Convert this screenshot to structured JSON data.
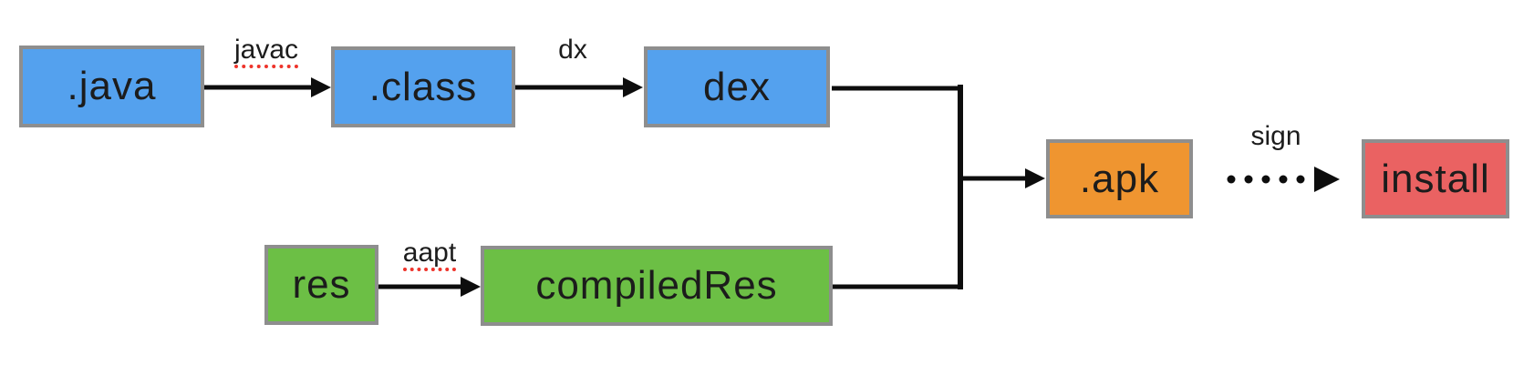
{
  "theme": {
    "blue": "#54a1ee",
    "green": "#6cbf45",
    "orange": "#ef9530",
    "red": "#ea6262",
    "border_gray": "#8e8e8e",
    "line_black": "#0d0d0d",
    "underline_red": "#ee342b",
    "text_dark": "#1c1c1c",
    "background": "#ffffff"
  },
  "diagram": {
    "description": "Android APK build pipeline flowchart",
    "nodes": [
      {
        "id": "java",
        "label": ".java",
        "color": "#54a1ee"
      },
      {
        "id": "class",
        "label": ".class",
        "color": "#54a1ee"
      },
      {
        "id": "dex",
        "label": "dex",
        "color": "#54a1ee"
      },
      {
        "id": "res",
        "label": "res",
        "color": "#6cbf45"
      },
      {
        "id": "compiledRes",
        "label": "compiledRes",
        "color": "#6cbf45"
      },
      {
        "id": "apk",
        "label": ".apk",
        "color": "#ef9530"
      },
      {
        "id": "install",
        "label": "install",
        "color": "#ea6262"
      }
    ],
    "edges": [
      {
        "from": ".java",
        "to": ".class",
        "label": "javac",
        "style": "solid",
        "spellcheck_underline": true
      },
      {
        "from": ".class",
        "to": "dex",
        "label": "dx",
        "style": "solid",
        "spellcheck_underline": false
      },
      {
        "from": "res",
        "to": "compiledRes",
        "label": "aapt",
        "style": "solid",
        "spellcheck_underline": true
      },
      {
        "from": "dex",
        "to": ".apk",
        "label": "",
        "style": "solid",
        "spellcheck_underline": false
      },
      {
        "from": "compiledRes",
        "to": ".apk",
        "label": "",
        "style": "solid",
        "spellcheck_underline": false
      },
      {
        "from": ".apk",
        "to": "install",
        "label": "sign",
        "style": "dotted",
        "spellcheck_underline": false
      }
    ]
  }
}
